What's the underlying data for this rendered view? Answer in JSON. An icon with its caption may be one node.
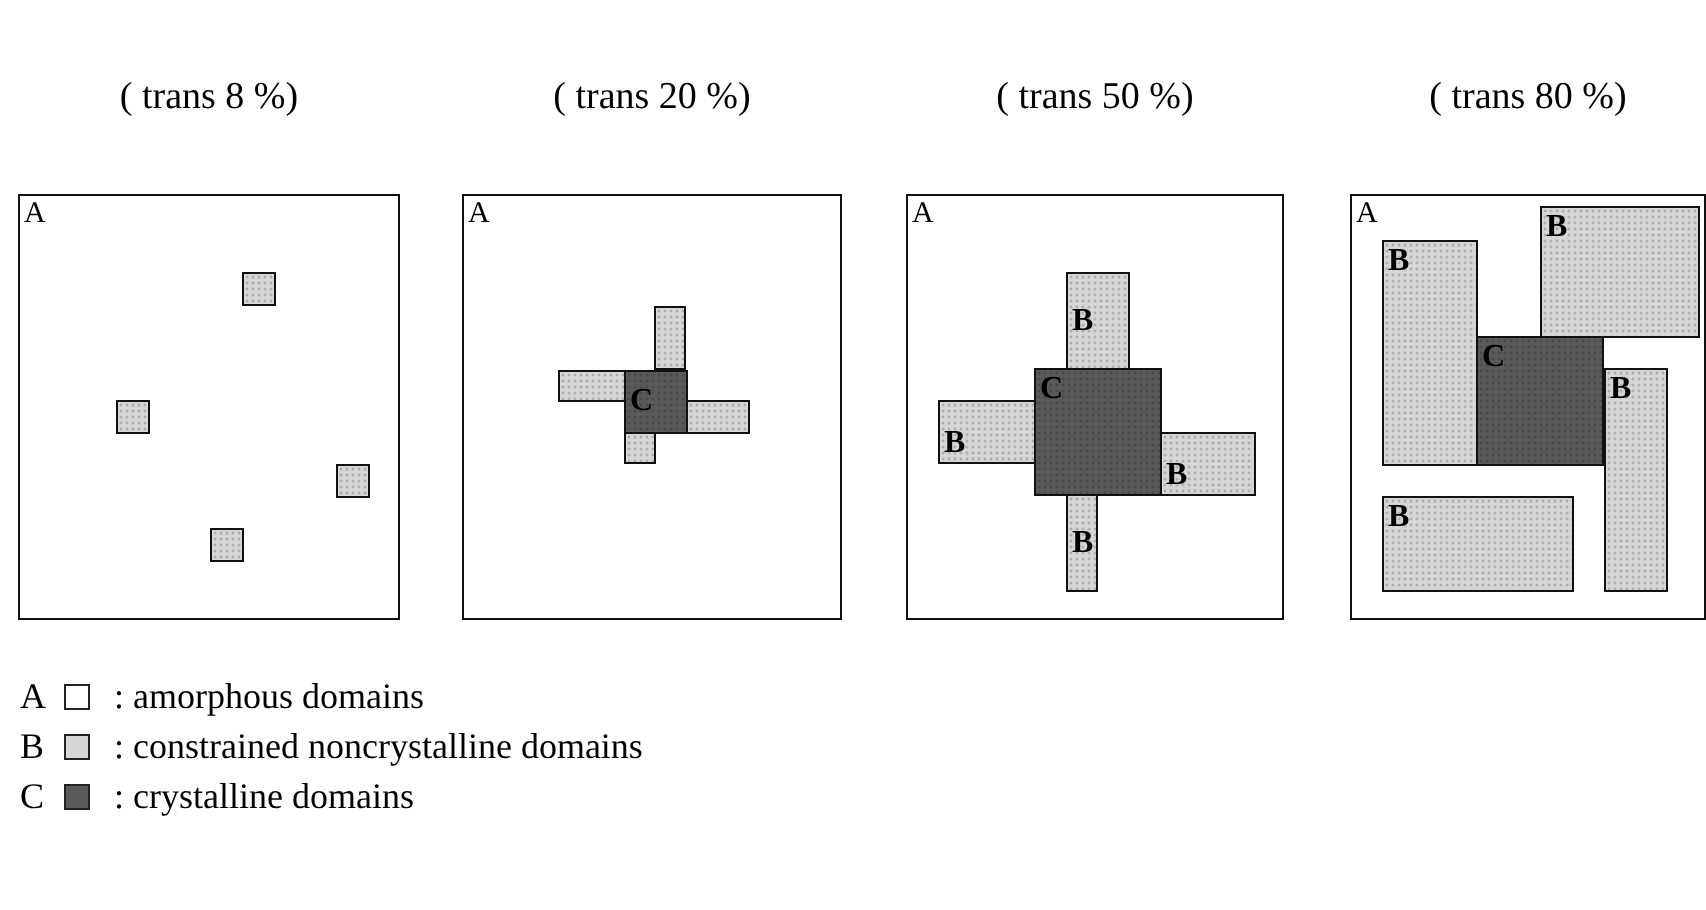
{
  "diagram": {
    "nodes": [
      {
        "text": [
          "( trans 8 %)",
          "A"
        ]
      },
      {
        "text": [],
        "shape": "box",
        "in": 0
      },
      {
        "text": [],
        "shape": "box",
        "in": 0
      },
      {
        "text": [],
        "shape": "box",
        "in": 0
      },
      {
        "text": [],
        "shape": "box",
        "in": 0
      },
      {
        "text": [
          "( trans 20 %)",
          "A"
        ]
      },
      {
        "text": [],
        "shape": "box",
        "in": 5
      },
      {
        "text": [],
        "shape": "box",
        "in": 5
      },
      {
        "text": [
          "C"
        ],
        "in": 5
      },
      {
        "text": [],
        "shape": "box",
        "in": 5
      },
      {
        "text": [],
        "shape": "box",
        "in": 5
      },
      {
        "text": [
          "( trans 50 %)",
          "A"
        ]
      },
      {
        "text": [
          "B"
        ],
        "in": 11
      },
      {
        "text": [
          "C"
        ],
        "in": 11
      },
      {
        "text": [
          "B"
        ],
        "in": 11
      },
      {
        "text": [
          "B"
        ],
        "in": 11
      },
      {
        "text": [
          "B"
        ],
        "in": 11
      },
      {
        "text": [
          "( trans 80 %)",
          "A"
        ]
      },
      {
        "text": [
          "B"
        ],
        "in": 17
      },
      {
        "text": [
          "B"
        ],
        "in": 17
      },
      {
        "text": [
          "C"
        ],
        "in": 17
      },
      {
        "text": [
          "B"
        ],
        "in": 17
      },
      {
        "text": [
          "B"
        ],
        "in": 17
      }
    ],
    "labels": [
      "A",
      "B",
      "C"
    ],
    "legend": [
      {
        "text": ": amorphous domains",
        "color": "#ffffff"
      },
      {
        "text": ": constrained noncrystalline domains",
        "color": "#d6d6d6"
      },
      {
        "text": ": crystalline domains",
        "color": "#5a5a5a"
      }
    ]
  }
}
